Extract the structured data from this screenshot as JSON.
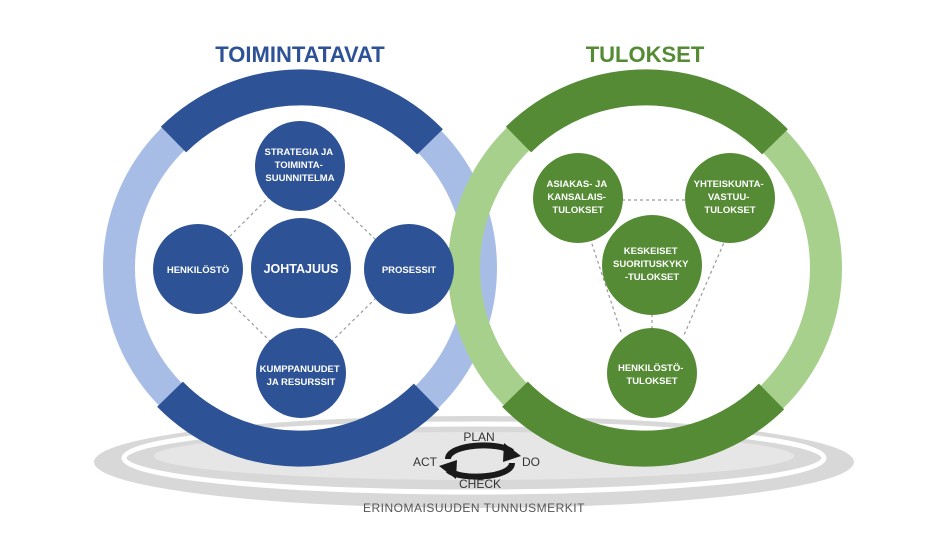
{
  "colors": {
    "blue_dark": "#2d5296",
    "blue_light": "#a7bde6",
    "green_dark": "#558b35",
    "green_light": "#a8d08d",
    "base_gray": "#d8d8d8",
    "connector": "#9a9a9a"
  },
  "left": {
    "heading": "TOIMINTATAVAT",
    "nodes": {
      "top": [
        "STRATEGIA JA",
        "TOIMINTA-",
        "SUUNNITELMA"
      ],
      "center": [
        "JOHTAJUUS"
      ],
      "left": [
        "HENKILÖSTÖ"
      ],
      "right": [
        "PROSESSIT"
      ],
      "bottom": [
        "KUMPPANUUDET",
        "JA RESURSSIT"
      ]
    }
  },
  "right": {
    "heading": "TULOKSET",
    "nodes": {
      "top_left": [
        "ASIAKAS- JA",
        "KANSALAIS-",
        "TULOKSET"
      ],
      "top_right": [
        "YHTEISKUNTA-",
        "VASTUU-",
        "TULOKSET"
      ],
      "center": [
        "KESKEISET",
        "SUORITUSKYKY",
        "-TULOKSET"
      ],
      "bottom": [
        "HENKILÖSTÖ-",
        "TULOKSET"
      ]
    }
  },
  "pdca": {
    "plan": "PLAN",
    "do": "DO",
    "check": "CHECK",
    "act": "ACT"
  },
  "base_label": "ERINOMAISUUDEN TUNNUSMERKIT"
}
